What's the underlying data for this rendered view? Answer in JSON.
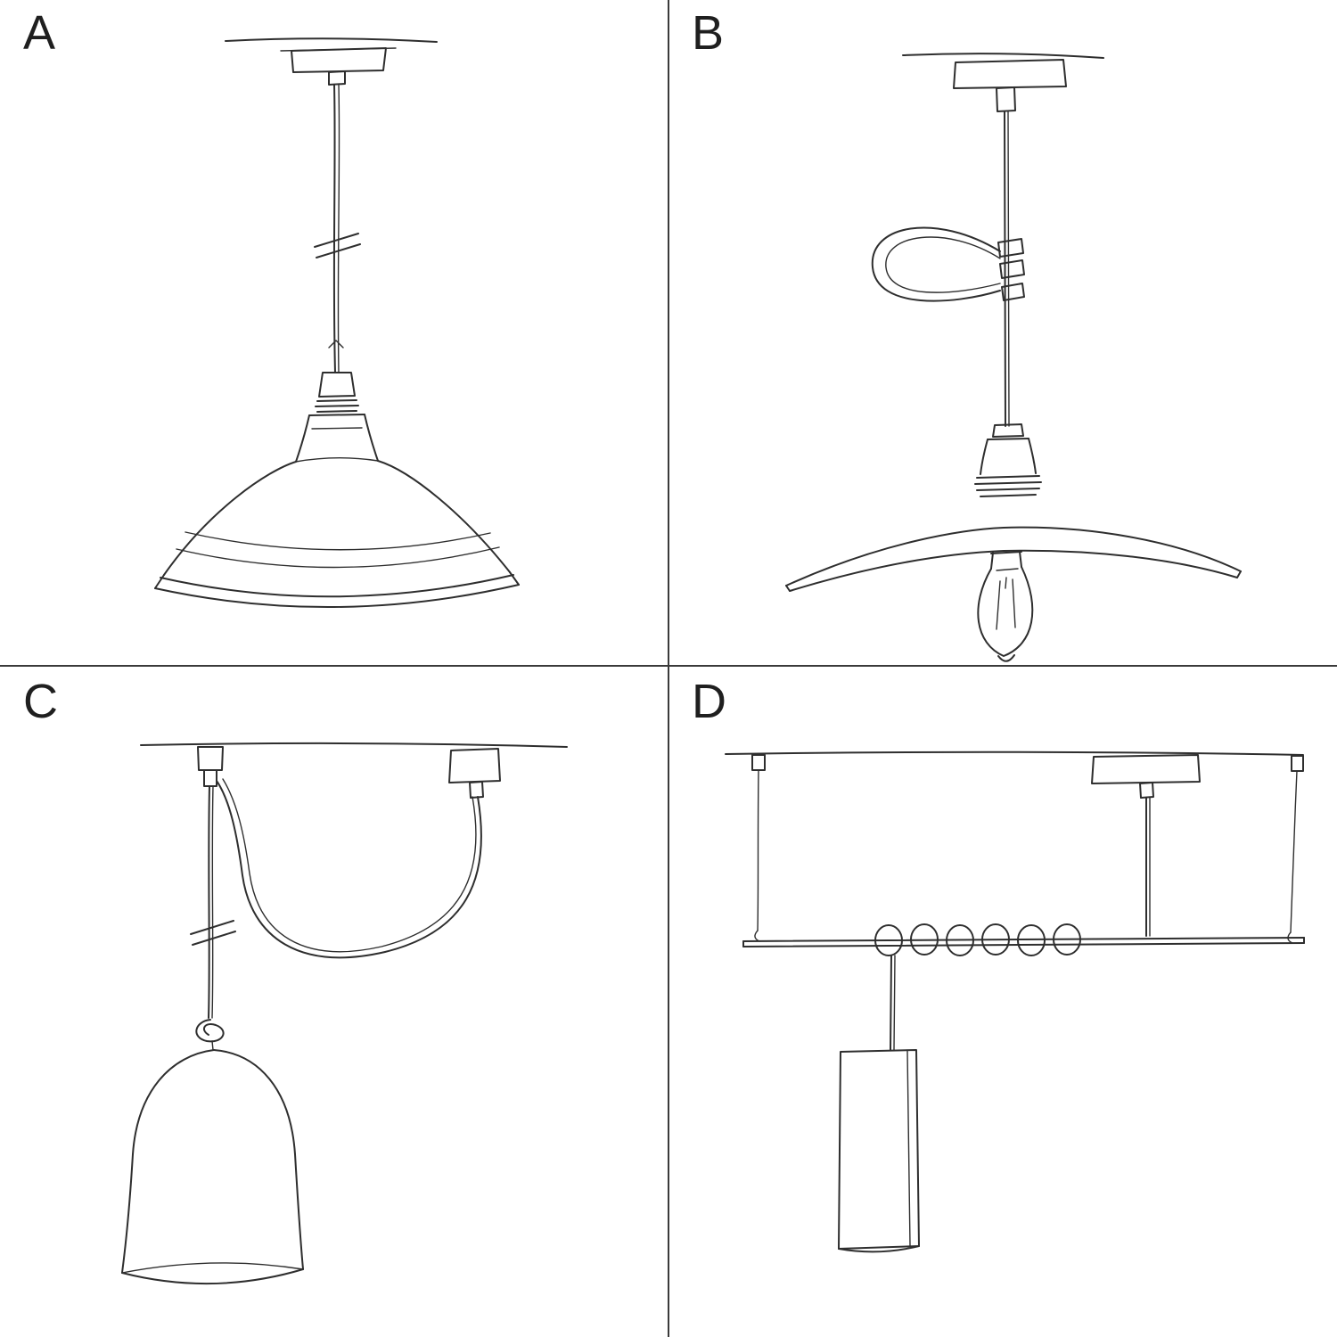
{
  "colors": {
    "background": "#ffffff",
    "ink": "#1f1f1f",
    "sketch": "#2e2e2e",
    "divider": "#3a3a3a"
  },
  "panels": [
    {
      "label": "A",
      "icon": "pendant-coolie-shade-sketch-icon"
    },
    {
      "label": "B",
      "icon": "pendant-flat-shade-exposed-bulb-sketch-icon"
    },
    {
      "label": "C",
      "icon": "swag-pendant-bell-shade-sketch-icon"
    },
    {
      "label": "D",
      "icon": "suspended-bar-cylinder-pendant-sketch-icon"
    }
  ]
}
